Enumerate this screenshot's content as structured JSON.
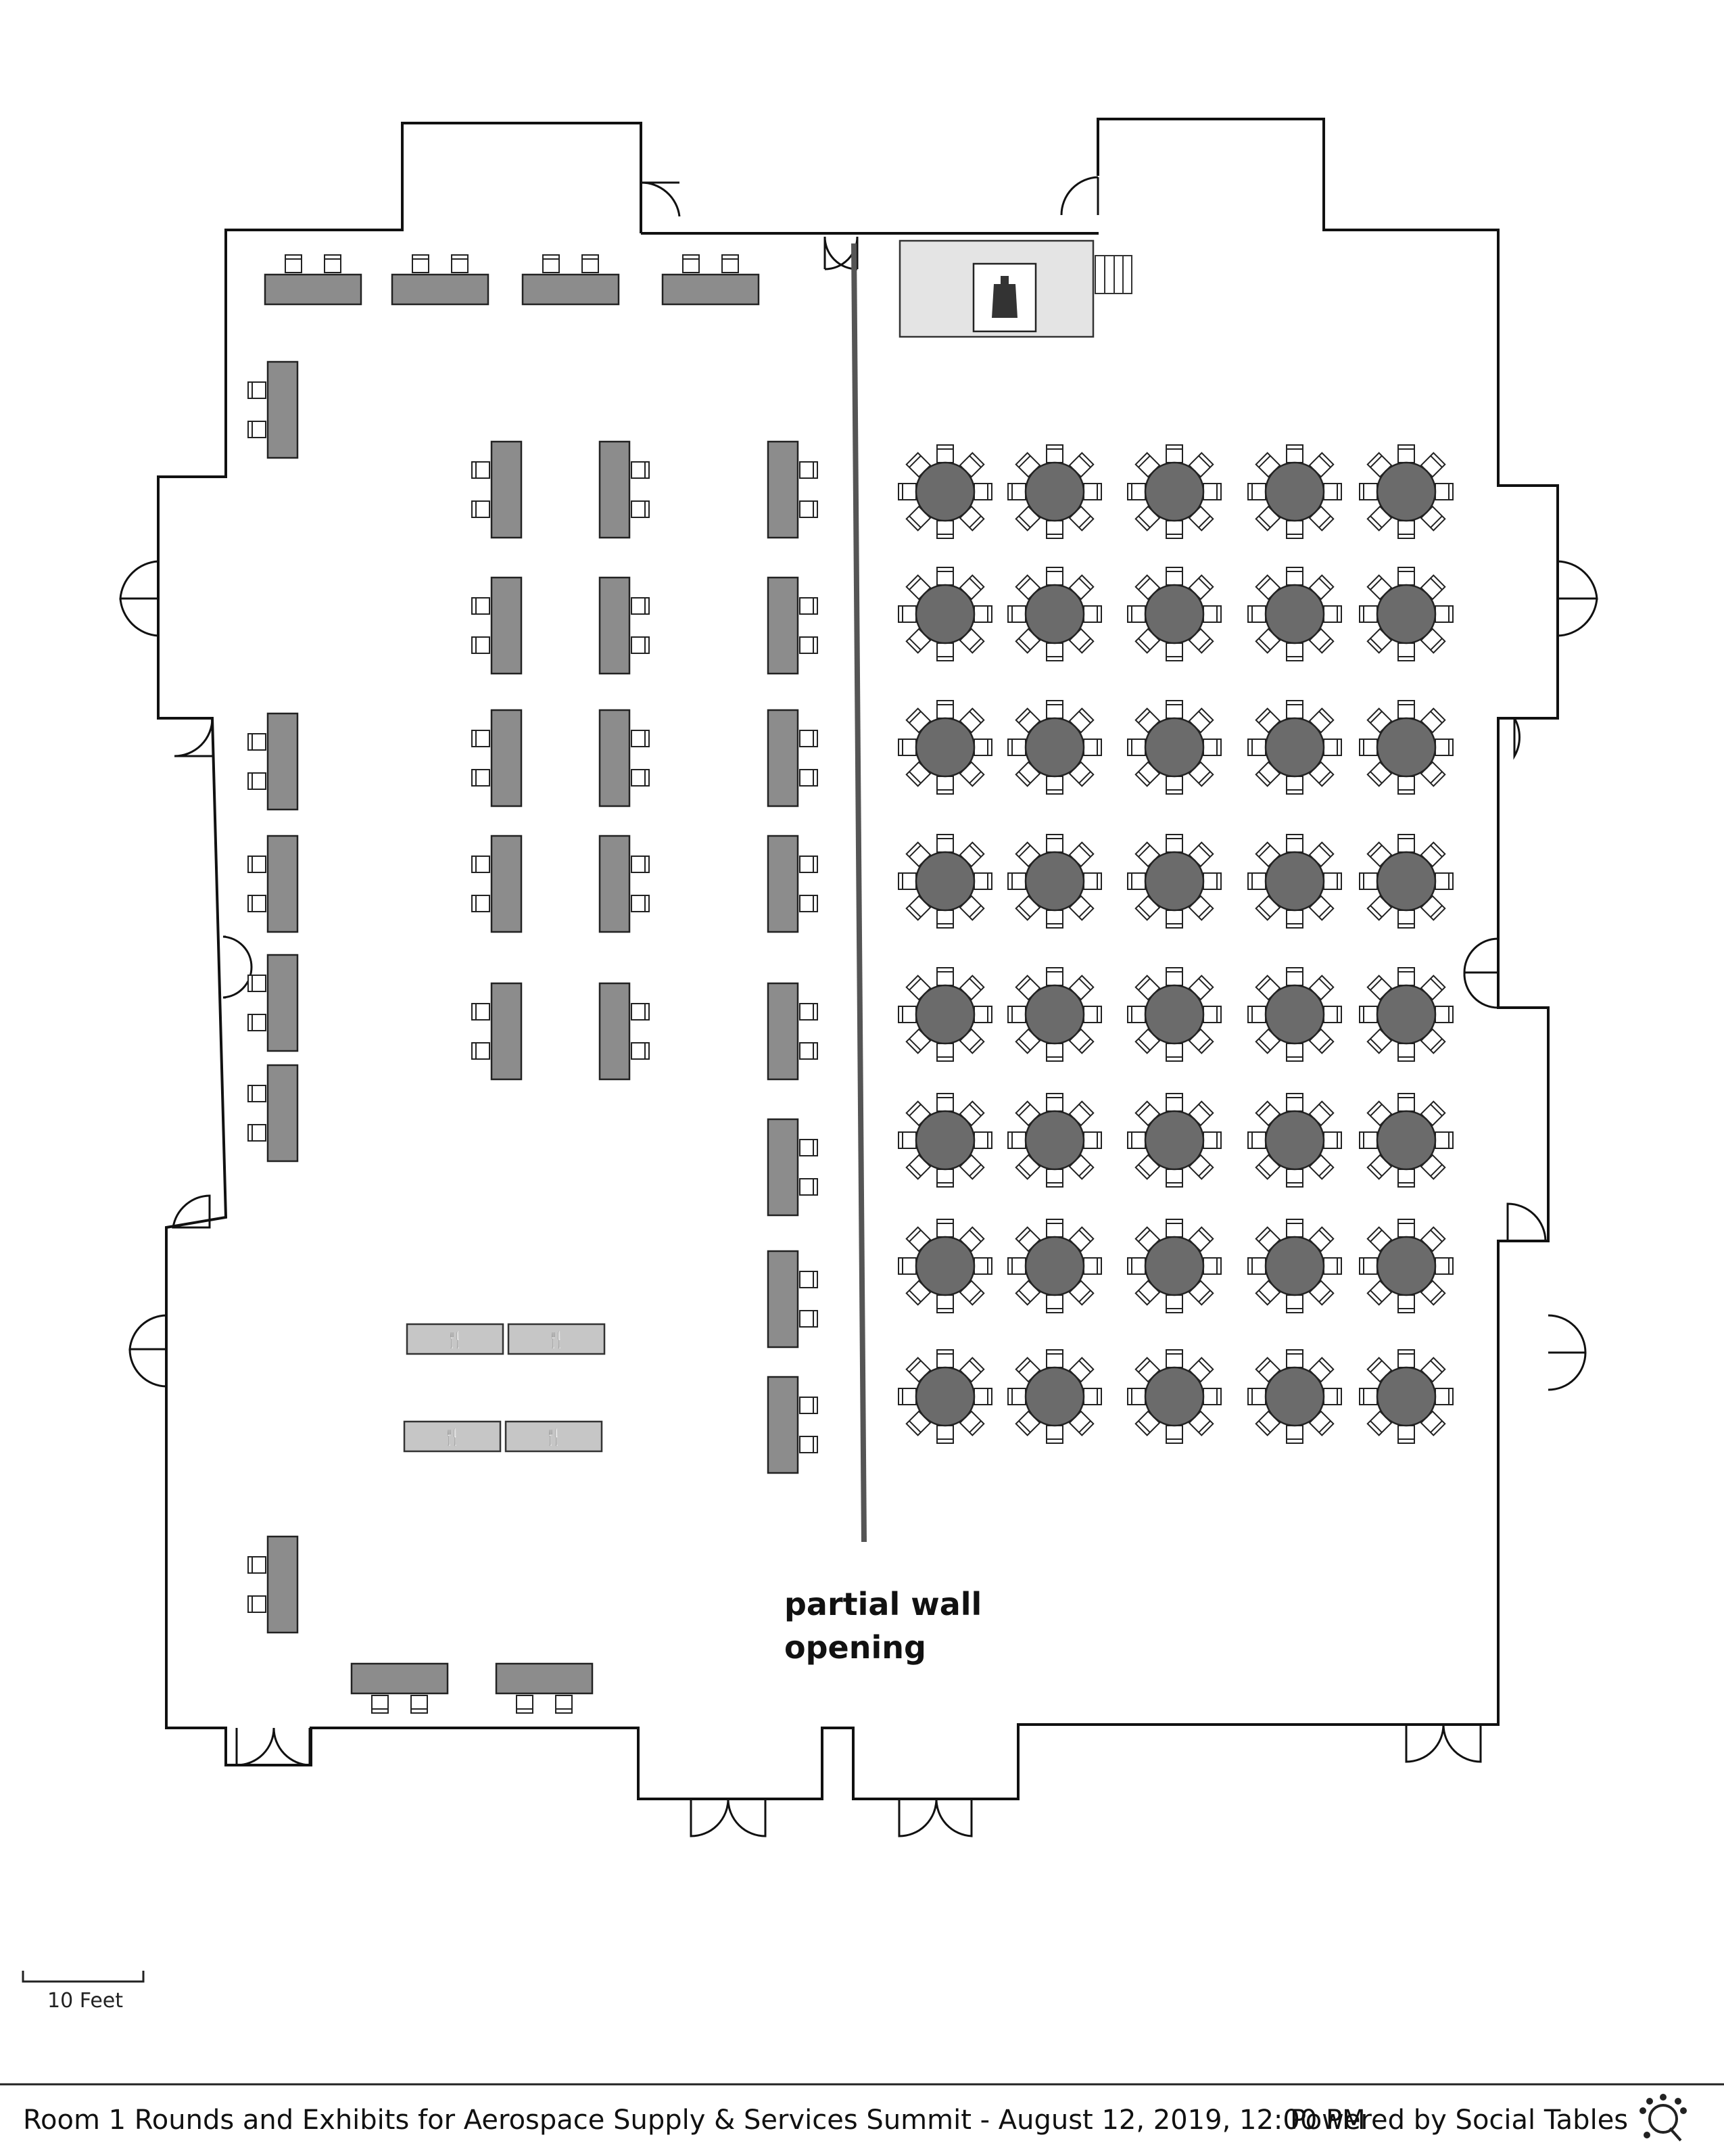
{
  "annotation": {
    "line1": "partial wall",
    "line2": "opening"
  },
  "scale": {
    "label": "10 Feet"
  },
  "footer": {
    "title": "Room 1 Rounds and Exhibits for Aerospace Supply & Services Summit - August 12, 2019, 12:00 PM",
    "credit": "Powered by Social Tables"
  },
  "legend_icons": {
    "round_table": "round-table-icon",
    "exhibit_table": "exhibit-table-icon",
    "buffet_table": "buffet-icon",
    "stage": "stage-icon",
    "podium": "podium-icon",
    "stairs": "stairs-icon",
    "door": "door-icon",
    "brand_logo": "social-tables-logo-icon"
  },
  "colors": {
    "wall": "#111111",
    "table_fill": "#8c8c8c",
    "round_fill": "#6b6b6b",
    "buffet_fill": "#c6c6c6",
    "stage_fill": "#e4e4e4",
    "partition": "#555555"
  },
  "layout_summary": {
    "round_table_rows": 8,
    "round_table_cols": 5,
    "chairs_per_round": 8
  }
}
